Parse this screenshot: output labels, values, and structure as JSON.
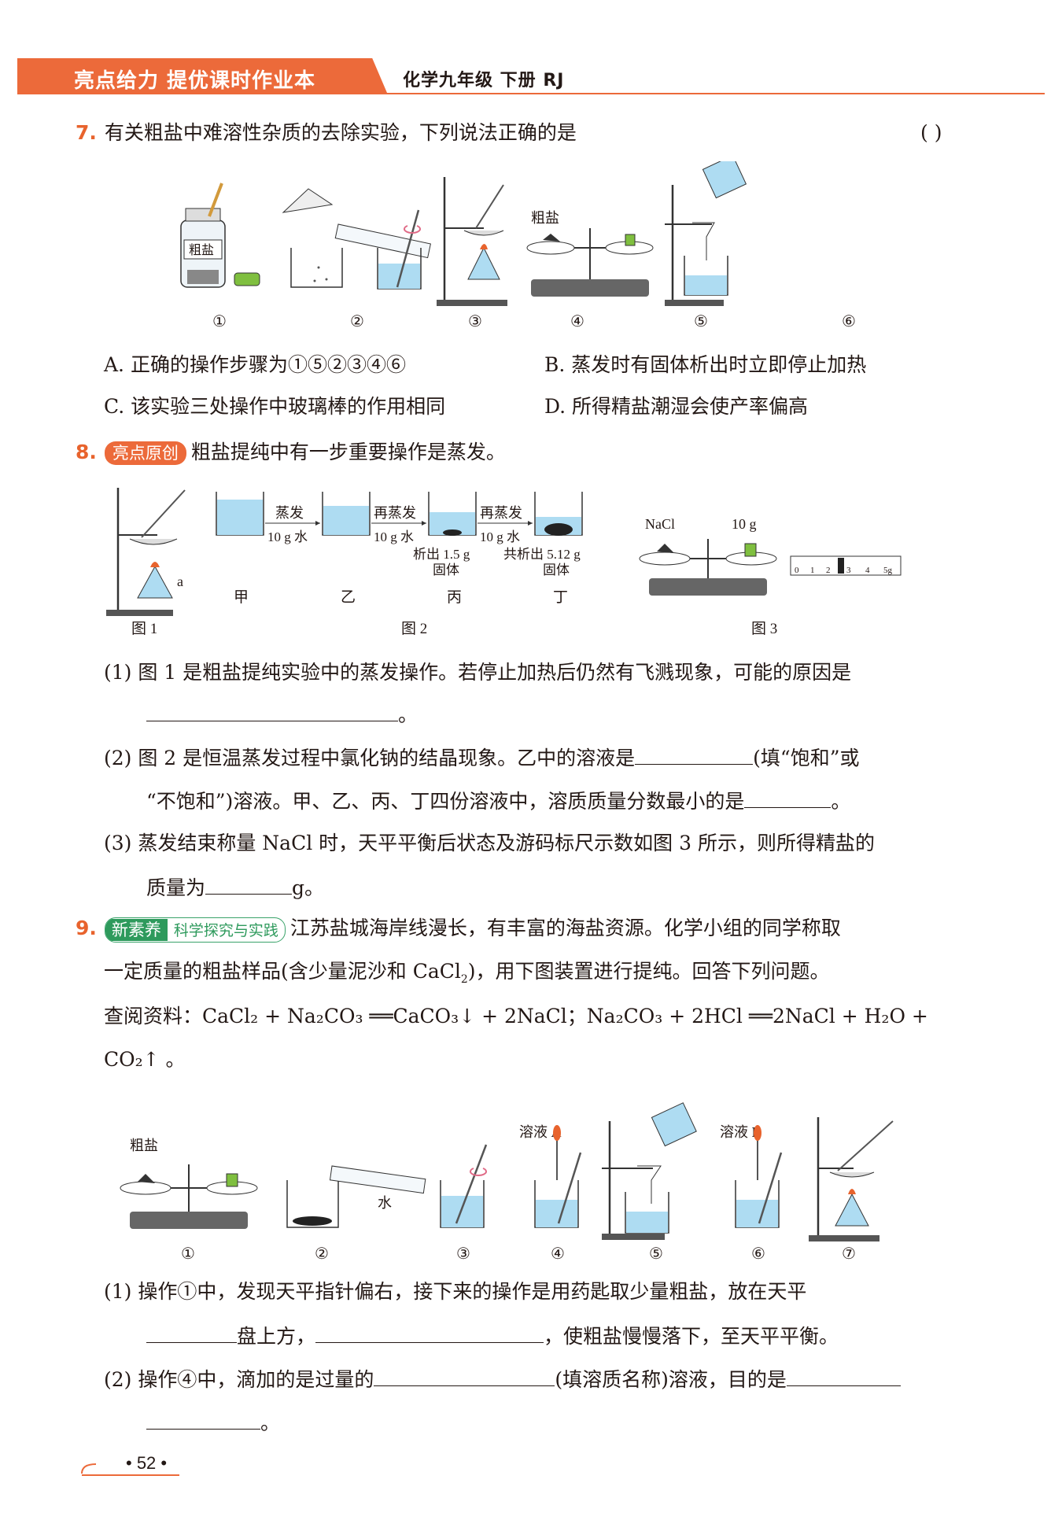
{
  "header": {
    "title": "亮点给力  提优课时作业本",
    "subtitle": "化学九年级    下册    RJ"
  },
  "q7": {
    "num": "7.",
    "stem": "有关粗盐中难溶性杂质的去除实验，下列说法正确的是",
    "paren": "(        )",
    "jar_label": "粗盐",
    "salt_label": "粗盐",
    "fig_labels": [
      "①",
      "②",
      "③",
      "④",
      "⑤",
      "⑥"
    ],
    "optA": "A. 正确的操作步骤为①⑤②③④⑥",
    "optB": "B. 蒸发时有固体析出时立即停止加热",
    "optC": "C. 该实验三处操作中玻璃棒的作用相同",
    "optD": "D. 所得精盐潮湿会使产率偏高"
  },
  "q8": {
    "num": "8.",
    "tag": "亮点原创",
    "stem": "粗盐提纯中有一步重要操作是蒸发。",
    "fig1_a": "a",
    "fig1": "图 1",
    "fig2": "图 2",
    "fig3": "图 3",
    "arrow1": [
      "蒸发",
      "10 g 水"
    ],
    "arrow2": [
      "再蒸发",
      "10 g 水"
    ],
    "arrow3": [
      "再蒸发",
      "10 g 水"
    ],
    "bing_note": [
      "析出 1.5 g",
      "固体"
    ],
    "ding_note": [
      "共析出 5.12 g",
      "固体"
    ],
    "beakers": [
      "甲",
      "乙",
      "丙",
      "丁"
    ],
    "nacl": "NaCl",
    "weight": "10 g",
    "ruler": [
      "0",
      "1",
      "2",
      "3",
      "4",
      "5g"
    ],
    "p1": "(1) 图 1 是粗盐提纯实验中的蒸发操作。若停止加热后仍然有飞溅现象，可能的原因是",
    "p1_end": "。",
    "p2a": "(2) 图 2 是恒温蒸发过程中氯化钠的结晶现象。乙中的溶液是",
    "p2b": "(填“饱和”或",
    "p2c": "“不饱和”)溶液。甲、乙、丙、丁四份溶液中，溶质质量分数最小的是",
    "p2d": "。",
    "p3a": "(3) 蒸发结束称量 NaCl 时，天平平衡后状态及游码标尺示数如图 3 所示，则所得精盐的",
    "p3b": "质量为",
    "p3c": "g。"
  },
  "q9": {
    "num": "9.",
    "tag1": "新素养",
    "tag2": "科学探究与实践",
    "stem": "江苏盐城海岸线漫长，有丰富的海盐资源。化学小组的同学称取",
    "line2a": "一定质量的粗盐样品(含少量泥沙和 CaCl",
    "line2b": "2",
    "line2c": ")，用下图装置进行提纯。回答下列问题。",
    "ref": "查阅资料：CaCl₂ + Na₂CO₃ ══CaCO₃↓ + 2NaCl；Na₂CO₃ + 2HCl ══2NaCl + H₂O +",
    "ref2": "CO₂↑ 。",
    "salt_label": "粗盐",
    "water_label": "水",
    "solA": "溶液 A",
    "solB": "溶液 B",
    "fig_labels": [
      "①",
      "②",
      "③",
      "④",
      "⑤",
      "⑥",
      "⑦"
    ],
    "p1a": "(1) 操作①中，发现天平指针偏右，接下来的操作是用药匙取少量粗盐，放在天平",
    "p1b": "盘上方，",
    "p1c": "，使粗盐慢慢落下，至天平平衡。",
    "p2a": "(2) 操作④中，滴加的是过量的",
    "p2b": "(填溶质名称)溶液，目的是",
    "p2c": "。"
  },
  "page_number": "• 52 •"
}
